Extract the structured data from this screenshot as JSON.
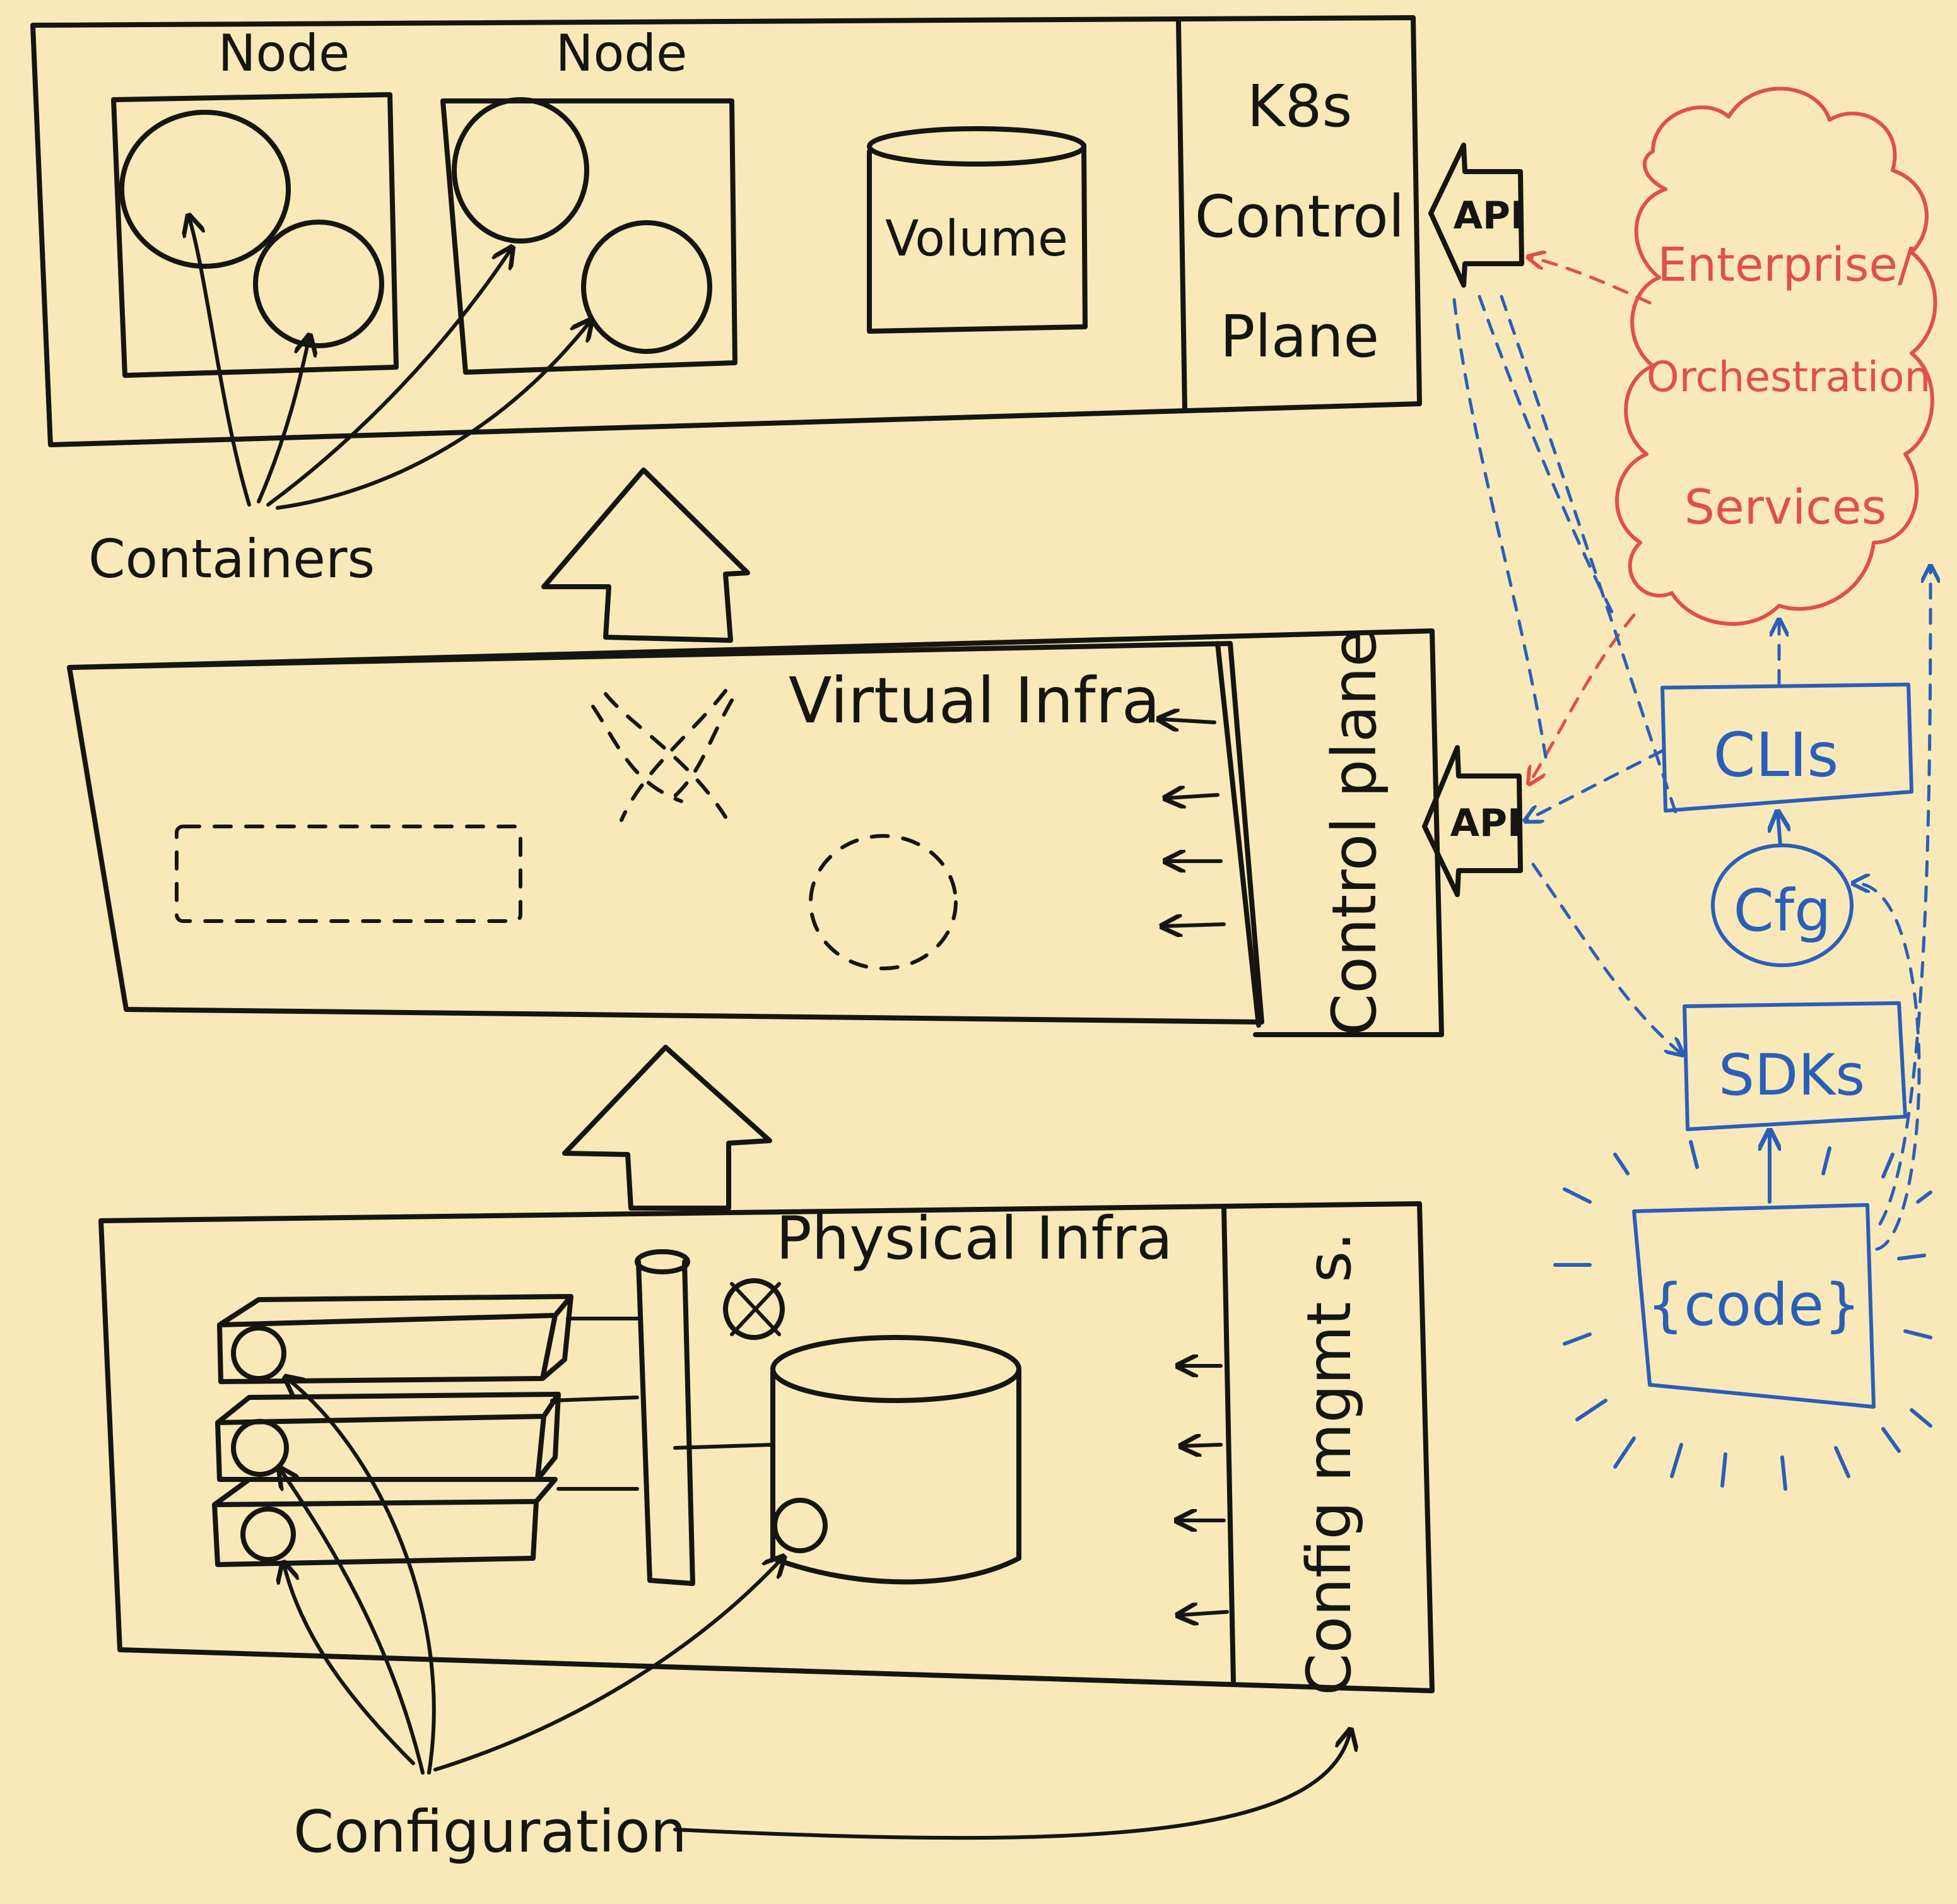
{
  "kubernetes_layer": {
    "node_1_label": "Node",
    "node_2_label": "Node",
    "volume_label": "Volume",
    "control_plane_line1": "K8s",
    "control_plane_line2": "Control",
    "control_plane_line3": "Plane",
    "api_label": "API"
  },
  "containers_label": "Containers",
  "virtual_layer": {
    "label": "Virtual Infra",
    "control_plane_label": "Control plane",
    "api_label": "API"
  },
  "physical_layer": {
    "label": "Physical Infra",
    "config_mgmt_label": "Config mgmt s."
  },
  "configuration_label": "Configuration",
  "enterprise": {
    "line1": "Enterprise/",
    "line2": "Orchestration",
    "line3": "Services"
  },
  "tools": {
    "clis_label": "CLIs",
    "cfg_label": "Cfg",
    "sdks_label": "SDKs",
    "code_label": "{code}"
  },
  "colors": {
    "board": "#f9e9b9",
    "black_ink": "#171512",
    "blue_ink": "#2a5fb8",
    "red_ink": "#e0504a"
  }
}
